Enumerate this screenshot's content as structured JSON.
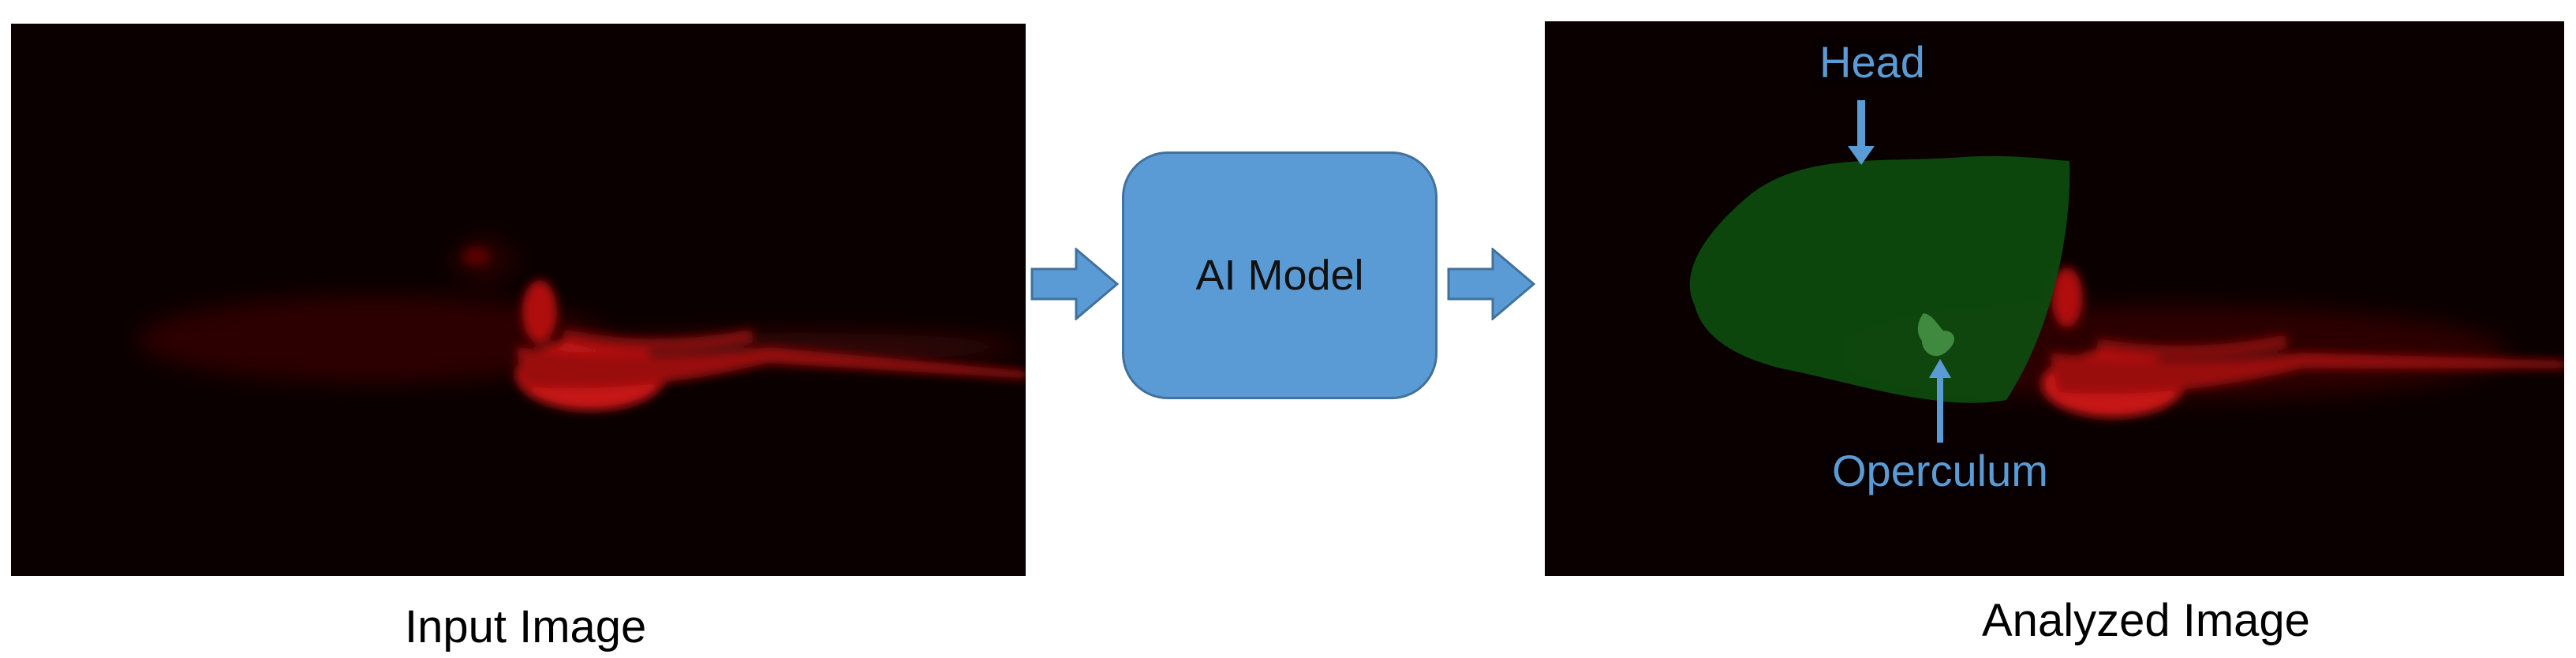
{
  "input": {
    "caption": "Input Image"
  },
  "model": {
    "label": "AI Model"
  },
  "output": {
    "caption": "Analyzed Image",
    "annotations": {
      "head": "Head",
      "operculum": "Operculum"
    }
  },
  "colors": {
    "background_dark": "#0b0000",
    "fluorescence_red": "#e01515",
    "segmentation_green": "#0e4a0e",
    "operculum_green": "#3f8a3f",
    "accent_blue": "#5b9bd5",
    "arrow_stroke": "#41719c"
  }
}
